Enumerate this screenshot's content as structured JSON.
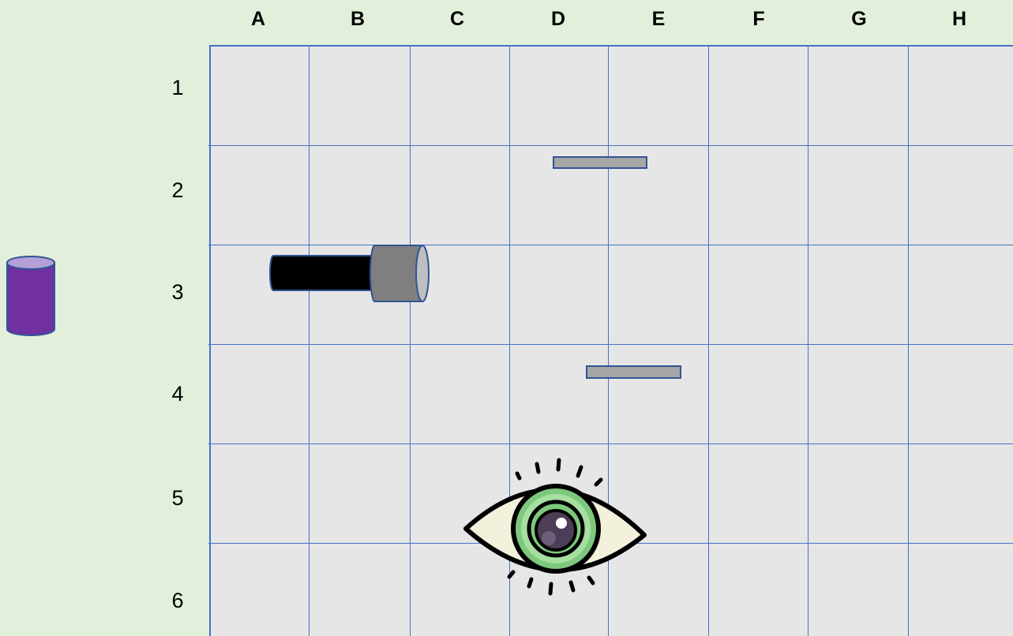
{
  "columns": [
    "A",
    "B",
    "C",
    "D",
    "E",
    "F",
    "G",
    "H"
  ],
  "rows": [
    "1",
    "2",
    "3",
    "4",
    "5",
    "6"
  ],
  "pieces": {
    "mirror_top": {
      "cell": "D2",
      "color": "#a6a6a6"
    },
    "mirror_bottom": {
      "cell": "E4",
      "color": "#a6a6a6"
    },
    "flashlight": {
      "cell": "B3",
      "body_color": "#000000",
      "head_color": "#7f7f7f",
      "lens_color": "#bfbfbf"
    },
    "eye": {
      "cell": "D5",
      "iris_color": "#7dc87d",
      "pupil_color": "#4b3e56"
    },
    "battery": {
      "location": "off-board left of row 3",
      "color": "#7030a0"
    }
  },
  "colors": {
    "background": "#e2efda",
    "board": "#e7e6e6",
    "grid": "#4472c4"
  }
}
